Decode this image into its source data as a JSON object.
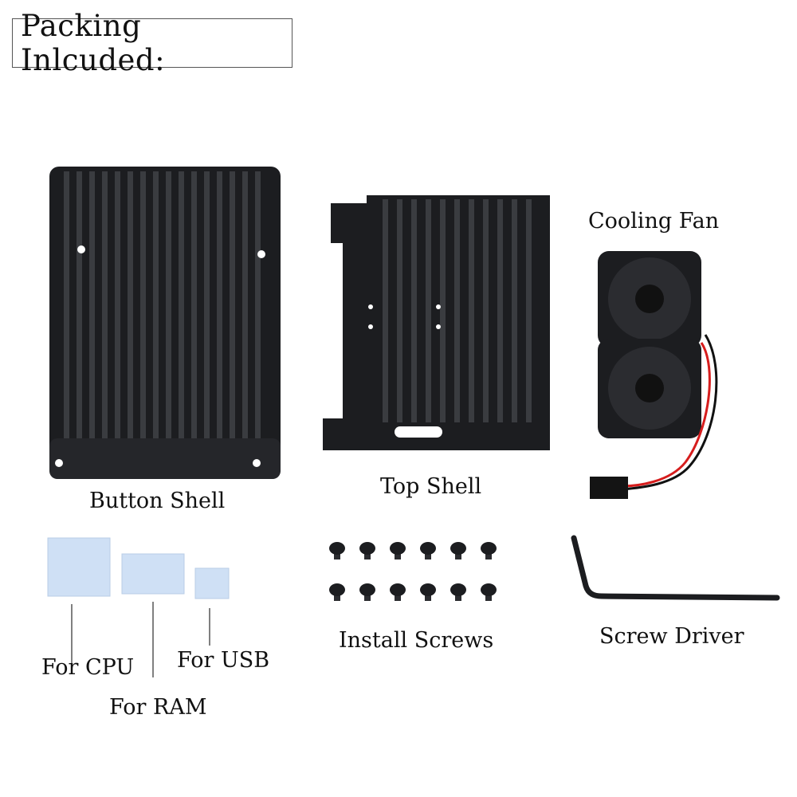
{
  "header": {
    "title": "Packing Inlcuded:"
  },
  "labels": {
    "button_shell": "Button Shell",
    "top_shell": "Top Shell",
    "cooling_fan": "Cooling Fan",
    "install_screws": "Install Screws",
    "screw_driver": "Screw Driver",
    "for_cpu": "For CPU",
    "for_ram": "For RAM",
    "for_usb": "For USB"
  },
  "colors": {
    "metal": "#1c1d20",
    "metal_light": "#3a3c40",
    "pad": "#cfe0f5",
    "wire_red": "#d61d1d"
  }
}
